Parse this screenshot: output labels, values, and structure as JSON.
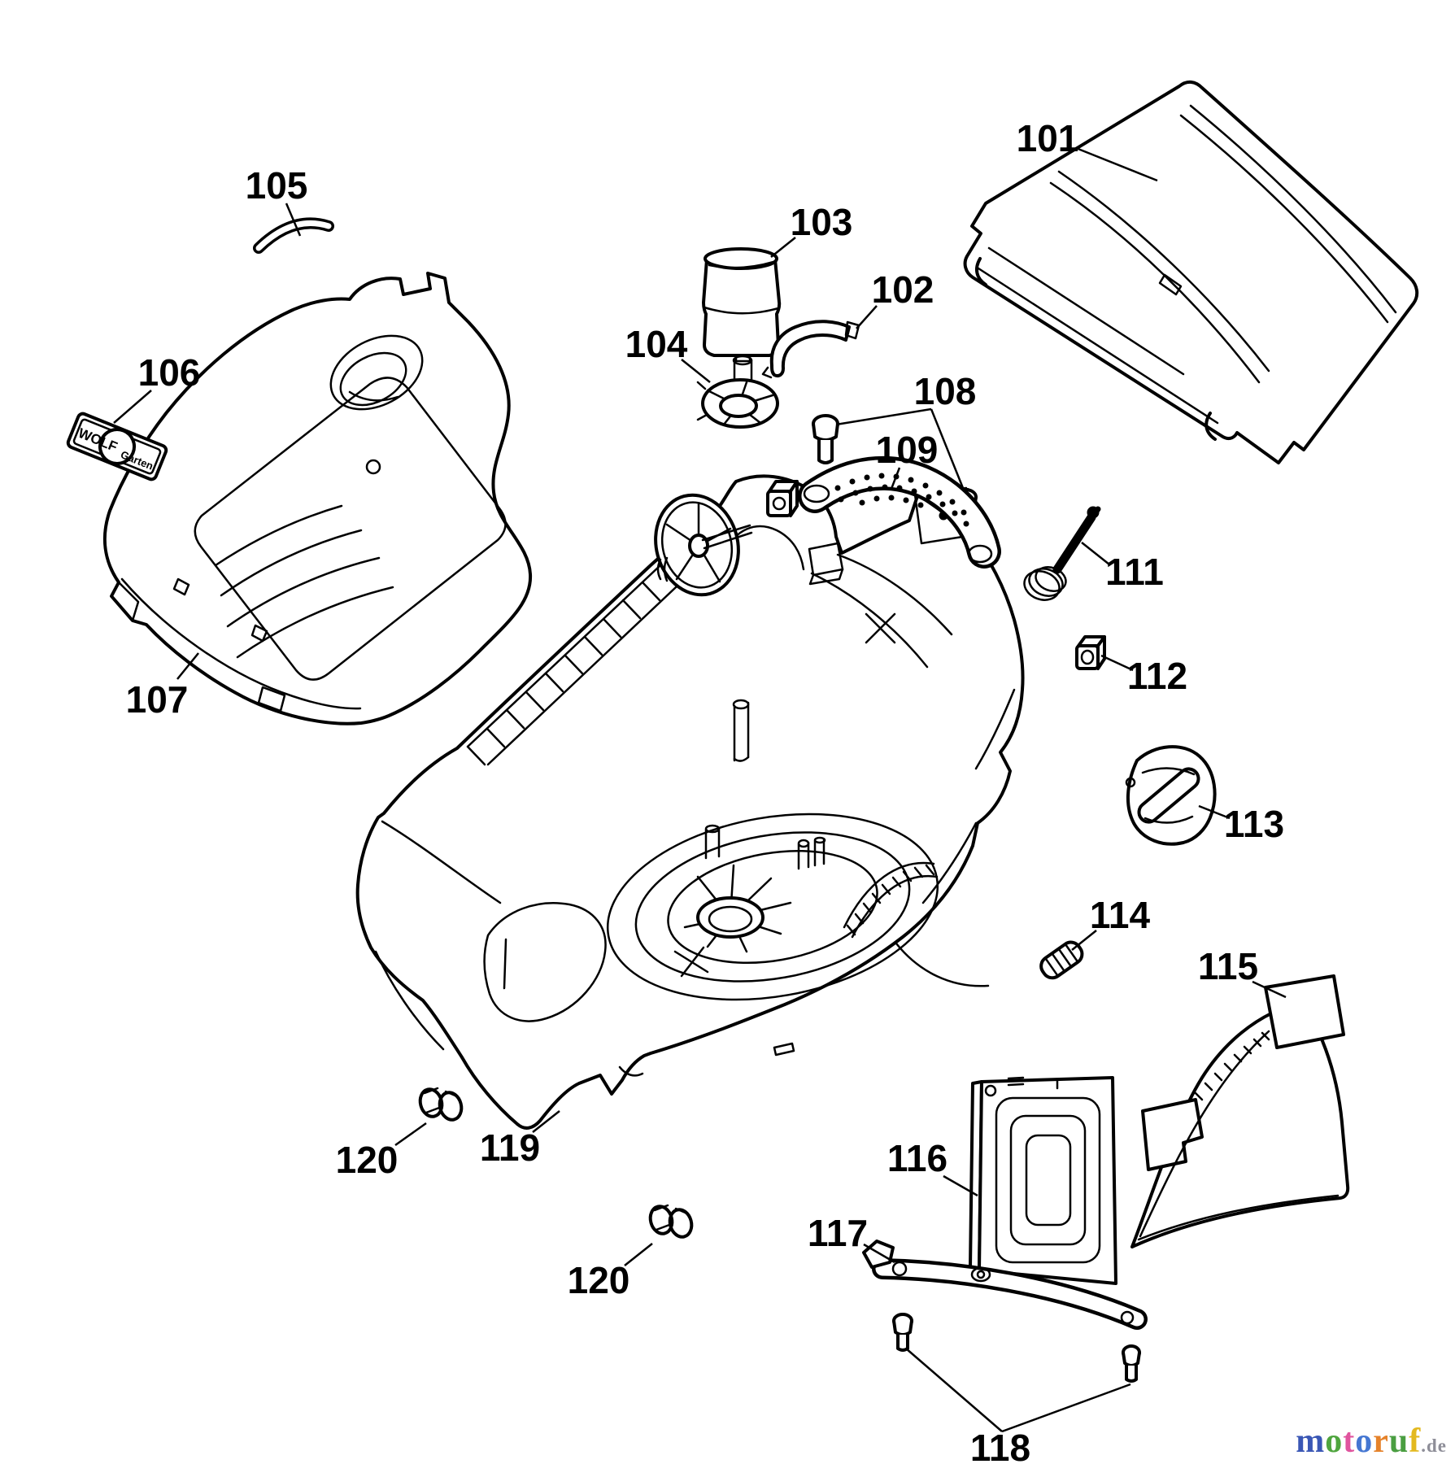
{
  "diagram": {
    "description": "Exploded parts diagram of a WOLF-Garten lawn mower housing",
    "background": "#ffffff",
    "line_color": "#000000"
  },
  "badge": {
    "line1": "WOLF",
    "line2": "Garten"
  },
  "labels": [
    {
      "part": "101",
      "text": "101"
    },
    {
      "part": "105",
      "text": "105"
    },
    {
      "part": "103",
      "text": "103"
    },
    {
      "part": "102",
      "text": "102"
    },
    {
      "part": "104",
      "text": "104"
    },
    {
      "part": "106",
      "text": "106"
    },
    {
      "part": "108",
      "text": "108"
    },
    {
      "part": "109",
      "text": "109"
    },
    {
      "part": "111",
      "text": "111"
    },
    {
      "part": "112",
      "text": "112"
    },
    {
      "part": "107",
      "text": "107"
    },
    {
      "part": "113",
      "text": "113"
    },
    {
      "part": "114",
      "text": "114"
    },
    {
      "part": "115",
      "text": "115"
    },
    {
      "part": "116",
      "text": "116"
    },
    {
      "part": "119",
      "text": "119"
    },
    {
      "part": "120",
      "text": "120"
    },
    {
      "part": "117",
      "text": "117"
    },
    {
      "part": "120",
      "text": "120"
    },
    {
      "part": "118",
      "text": "118"
    }
  ],
  "watermark": {
    "brand": "motoruf",
    "letters": [
      {
        "char": "m",
        "color": "#3a57b5"
      },
      {
        "char": "o",
        "color": "#4fa53e"
      },
      {
        "char": "t",
        "color": "#e0549e"
      },
      {
        "char": "o",
        "color": "#4577d2"
      },
      {
        "char": "r",
        "color": "#e5822a"
      },
      {
        "char": "u",
        "color": "#4a9e41"
      },
      {
        "char": "f",
        "color": "#e3b91f"
      }
    ],
    "suffix": ".de",
    "suffix_color": "#8e8e98"
  }
}
